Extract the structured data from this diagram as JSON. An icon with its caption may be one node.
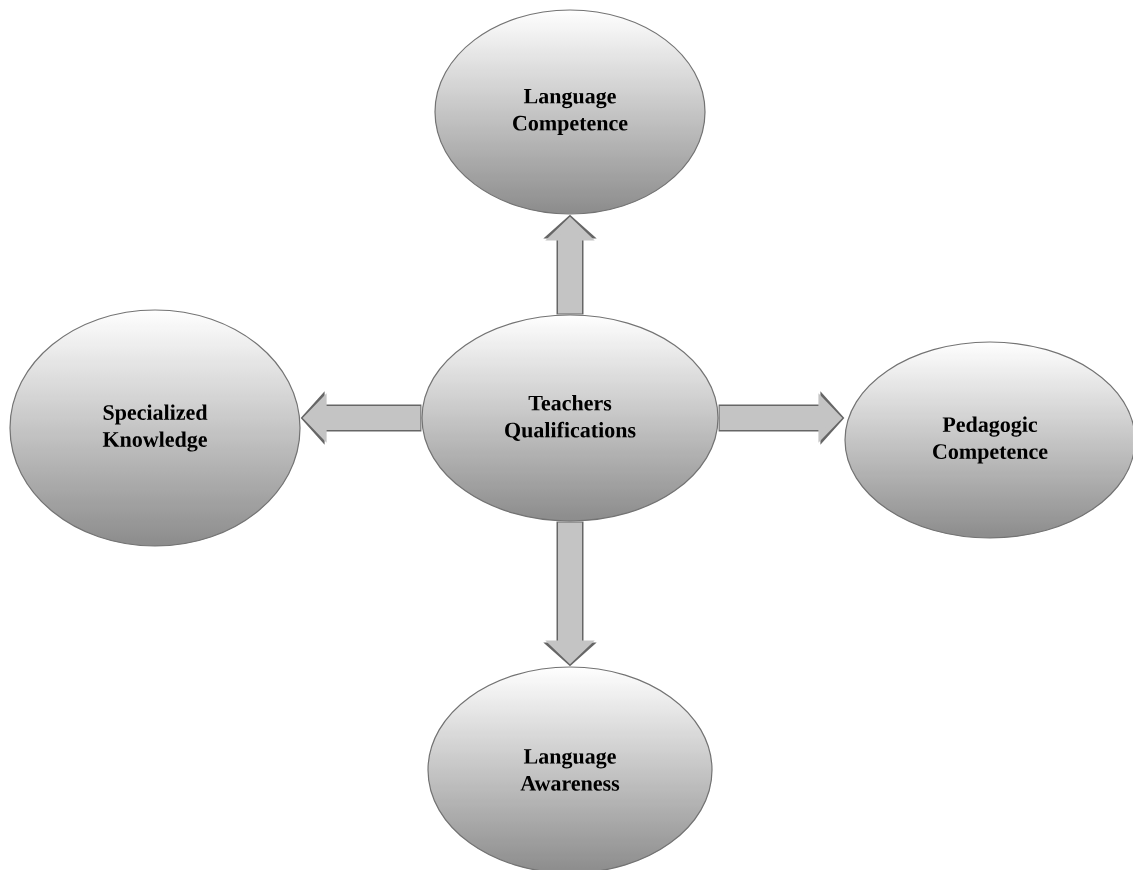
{
  "diagram": {
    "nodes": [
      {
        "text": [
          "Language Competence"
        ]
      },
      {
        "text": [
          "Specialized Knowledge"
        ]
      },
      {
        "text": [
          "Teachers Qualifications"
        ]
      },
      {
        "text": [
          "Pedagogic Competence"
        ]
      },
      {
        "text": [
          "Language Awareness"
        ]
      }
    ],
    "edges": [
      {
        "from": 2,
        "to": 0,
        "arrow": "to"
      },
      {
        "from": 2,
        "to": 1,
        "arrow": "to"
      },
      {
        "from": 2,
        "to": 3,
        "arrow": "to"
      },
      {
        "from": 2,
        "to": 4,
        "arrow": "to"
      }
    ]
  }
}
